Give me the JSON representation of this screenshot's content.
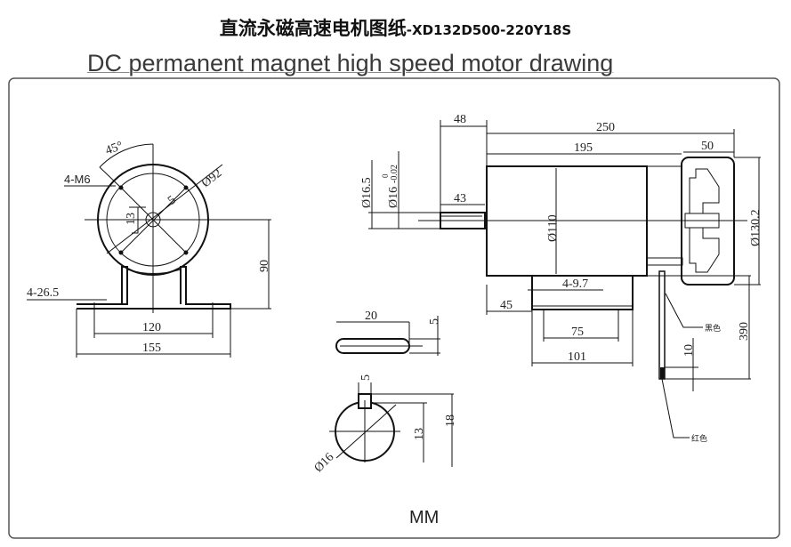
{
  "header": {
    "title_cn": "直流永磁高速电机图纸",
    "title_code": "-XD132D500-220Y18S",
    "subtitle": "DC permanent magnet high speed motor drawing"
  },
  "front_view": {
    "angle": "45°",
    "bolt_holes": "4-M6",
    "flange_dia": "Ø92",
    "key_width": "5",
    "key_depth": "13",
    "foot_slots": "4-26.5",
    "center_height": "90",
    "hole_spacing": "120",
    "foot_width": "155"
  },
  "side_view": {
    "shaft_length": "48",
    "total_length": "250",
    "body_length": "195",
    "fan_length": "50",
    "key_length": "43",
    "shaft_dia_a": "Ø16.5",
    "shaft_dia_b": "Ø16",
    "tol_upper": "0",
    "tol_lower": "-0.02",
    "body_dia": "Ø110",
    "fan_dia": "Ø130.2",
    "foot_holes": "4-9.7",
    "foot_offset": "45",
    "hole_spacing": "75",
    "foot_length": "101",
    "lead_length": "390",
    "lead_strip": "10",
    "wire_black": "黑色",
    "wire_red": "红色"
  },
  "key_view": {
    "length": "20",
    "width": "5"
  },
  "shaft_section": {
    "key_width": "5",
    "depth_13": "13",
    "depth_18": "18",
    "dia": "Ø16"
  },
  "unit": "MM"
}
